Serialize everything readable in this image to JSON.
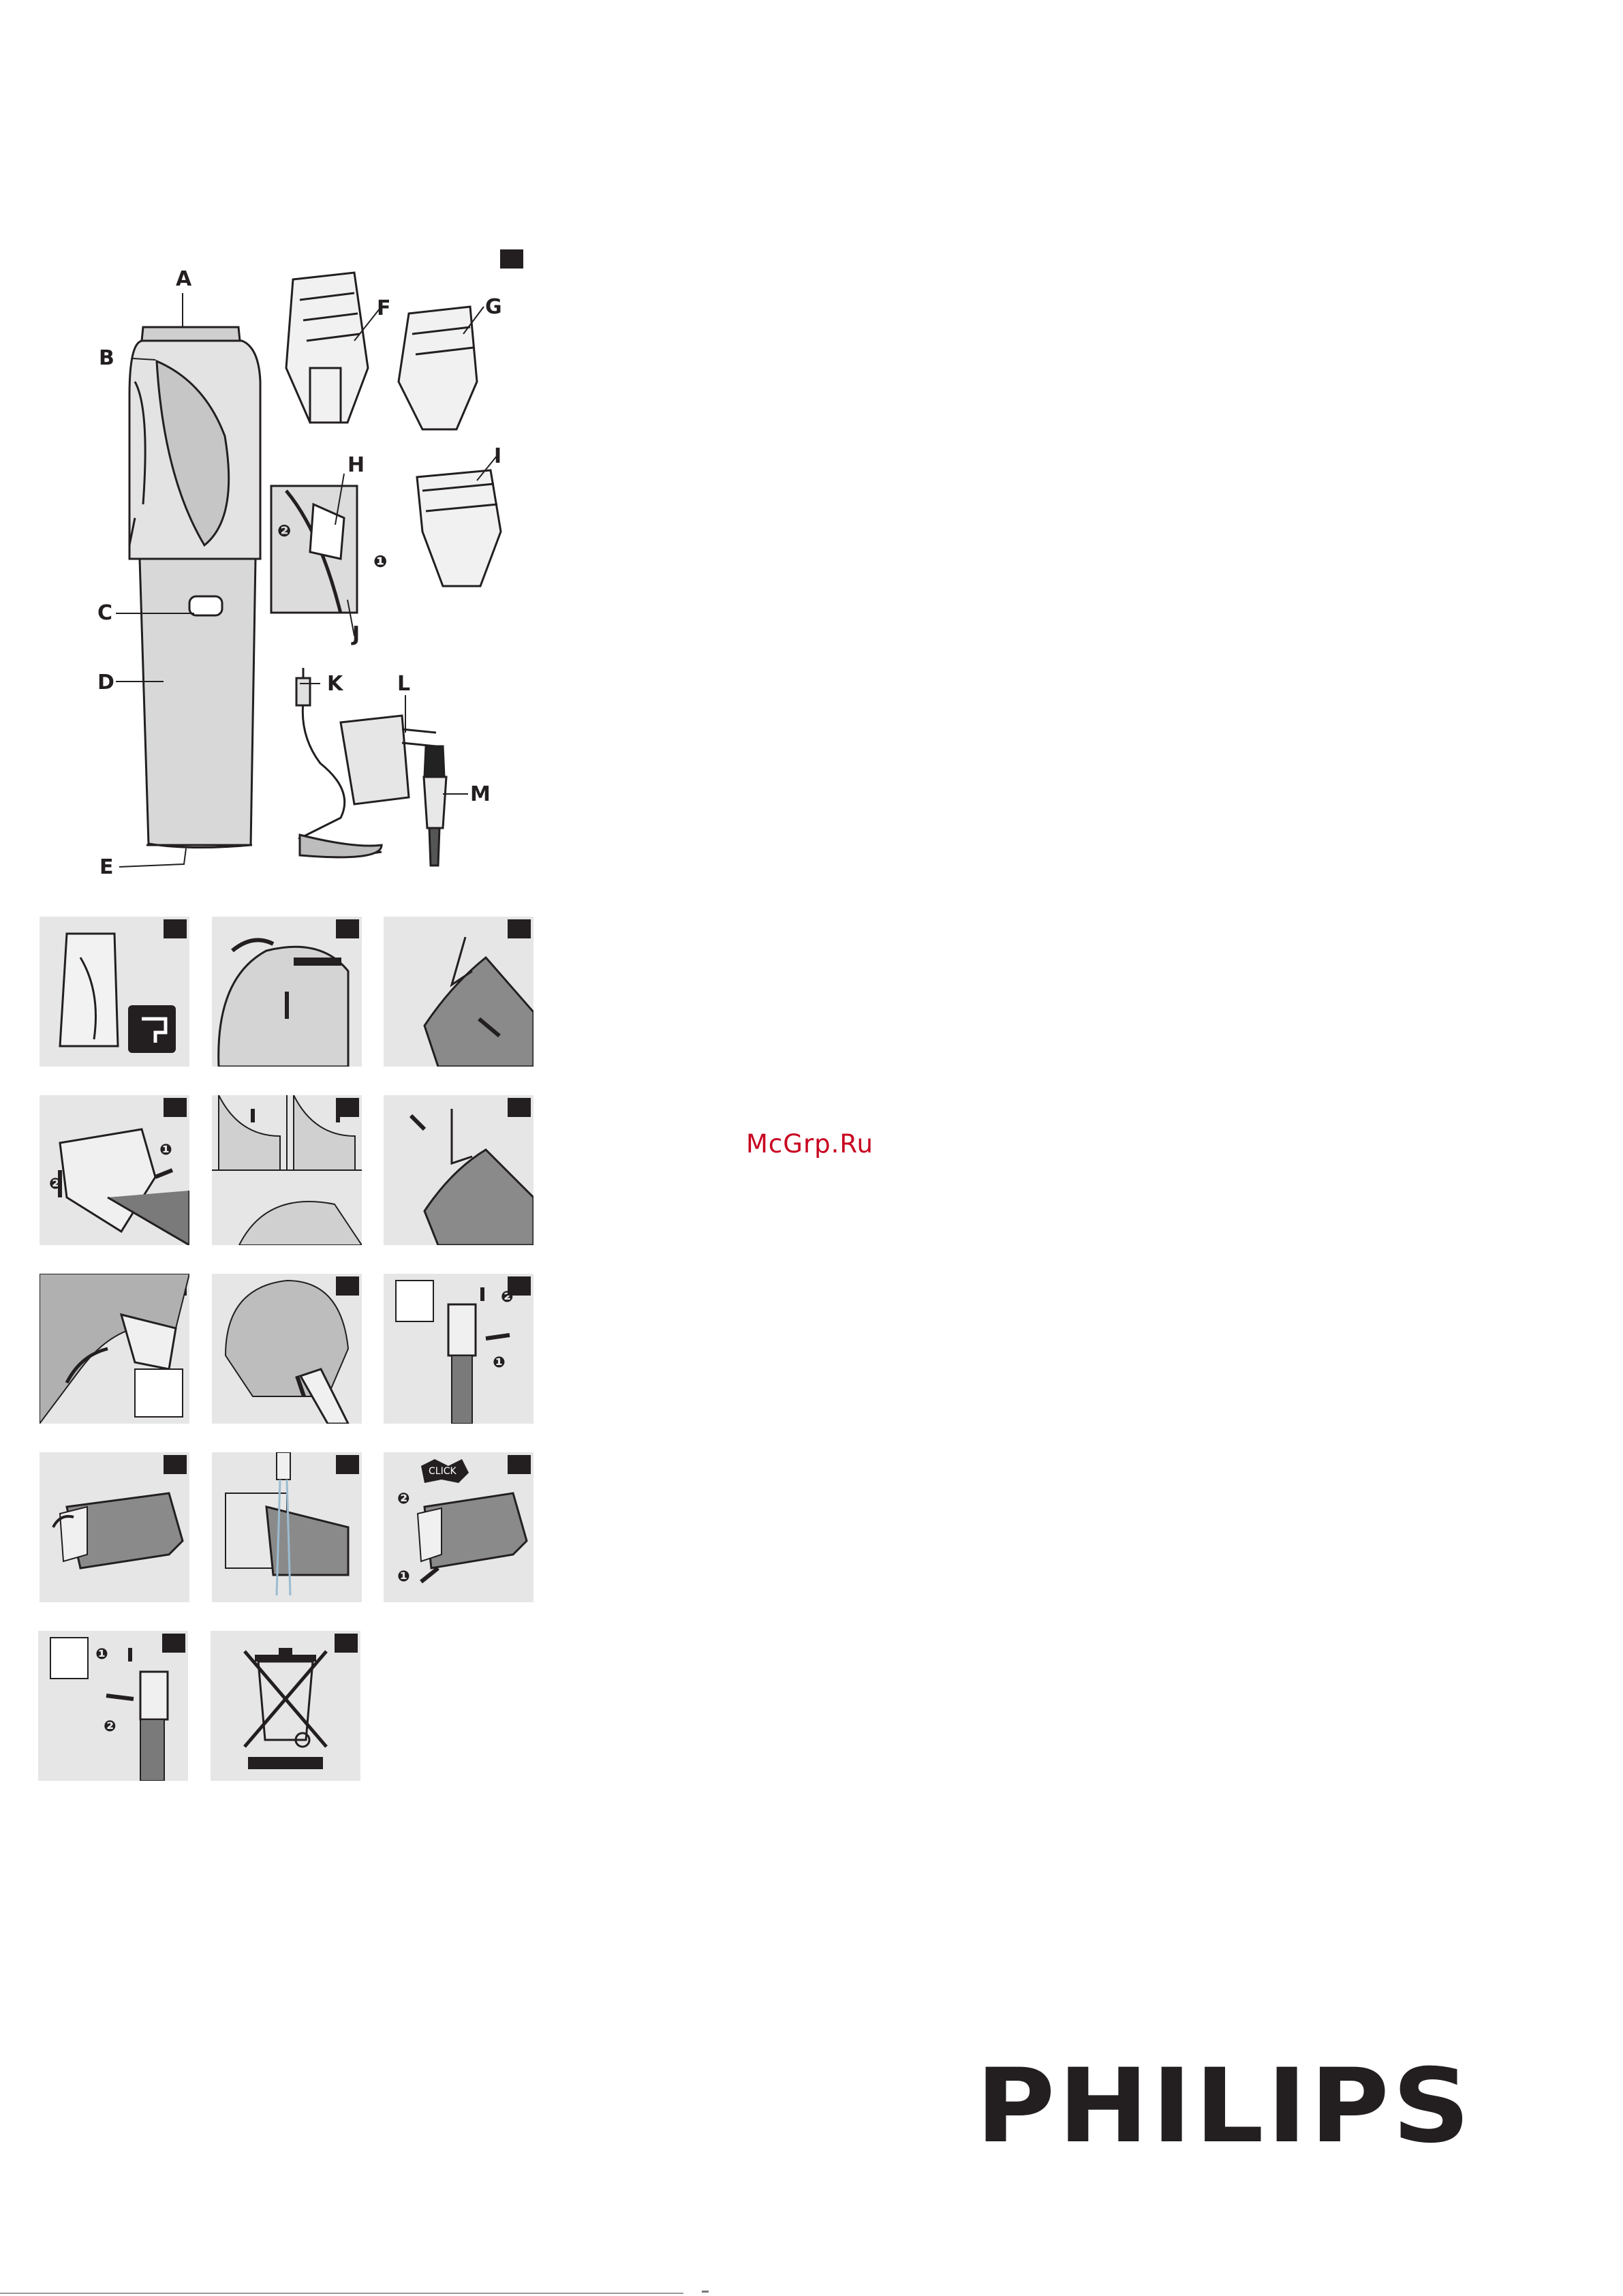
{
  "figure1": {
    "labels": {
      "A": "A",
      "B": "B",
      "C": "C",
      "D": "D",
      "E": "E",
      "F": "F",
      "G": "G",
      "H": "H",
      "I": "I",
      "J": "J",
      "K": "K",
      "L": "L",
      "M": "M"
    },
    "callouts": {
      "step1": "❶",
      "step2": "❷"
    }
  },
  "panels": [
    {
      "id": "fig2",
      "subject": "water-tap-icon"
    },
    {
      "id": "fig3",
      "subject": "head-combing"
    },
    {
      "id": "fig4",
      "subject": "remove-comb"
    },
    {
      "id": "fig5",
      "subject": "attach-comb",
      "steps": [
        "❶",
        "❷"
      ]
    },
    {
      "id": "fig6",
      "subject": "trim-sides"
    },
    {
      "id": "fig7",
      "subject": "remove-comb-2"
    },
    {
      "id": "fig8",
      "subject": "trim-around-ear"
    },
    {
      "id": "fig9",
      "subject": "trim-neckline"
    },
    {
      "id": "fig10",
      "subject": "remove-battery-cover",
      "steps": [
        "❷",
        "❶"
      ]
    },
    {
      "id": "fig11",
      "subject": "open-cutting-unit"
    },
    {
      "id": "fig12",
      "subject": "rinse-under-tap"
    },
    {
      "id": "fig13",
      "subject": "close-cutting-unit",
      "steps": [
        "❷",
        "❶"
      ],
      "click": "CLICK"
    },
    {
      "id": "fig14",
      "subject": "insert-battery-cover",
      "steps": [
        "❶",
        "❷"
      ]
    },
    {
      "id": "fig15",
      "subject": "recycling-bin-icon"
    }
  ],
  "watermark": "McGrp.Ru",
  "brand": "PHILIPS"
}
